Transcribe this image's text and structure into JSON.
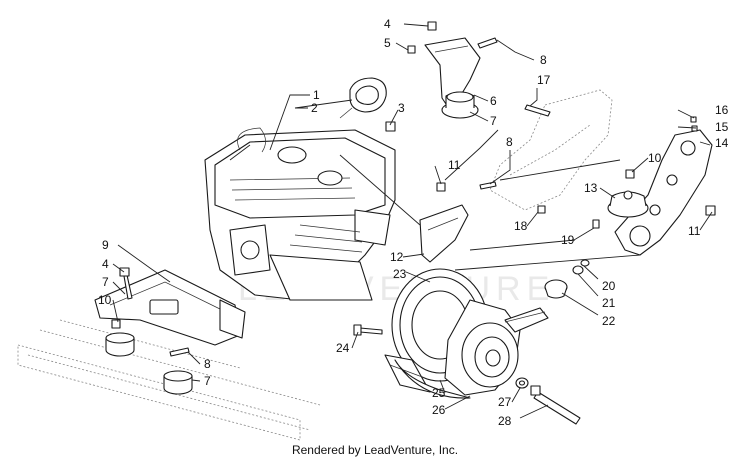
{
  "callouts": [
    "1",
    "2",
    "3",
    "4",
    "5",
    "6",
    "7",
    "8",
    "9",
    "10",
    "11",
    "12",
    "13",
    "14",
    "15",
    "16",
    "17",
    "18",
    "19",
    "20",
    "21",
    "22",
    "23",
    "24",
    "25",
    "26",
    "27",
    "28"
  ],
  "labels": {
    "c1": "1",
    "c2": "2",
    "c3": "3",
    "c4a": "4",
    "c5": "5",
    "c8a": "8",
    "c17": "17",
    "c6": "6",
    "c7a": "7",
    "c16": "16",
    "c15": "15",
    "c14": "14",
    "c10a": "10",
    "c8b": "8",
    "c11a": "11",
    "c13": "13",
    "c18": "18",
    "c19": "19",
    "c11b": "11",
    "c12": "12",
    "c23": "23",
    "c20": "20",
    "c21": "21",
    "c22": "22",
    "c9": "9",
    "c4b": "4",
    "c7b": "7",
    "c10b": "10",
    "c8c": "8",
    "c7c": "7",
    "c24": "24",
    "c25": "25",
    "c26": "26",
    "c27": "27",
    "c28": "28"
  },
  "watermark": "LEADVENTURE",
  "footer": "Rendered by LeadVenture, Inc."
}
